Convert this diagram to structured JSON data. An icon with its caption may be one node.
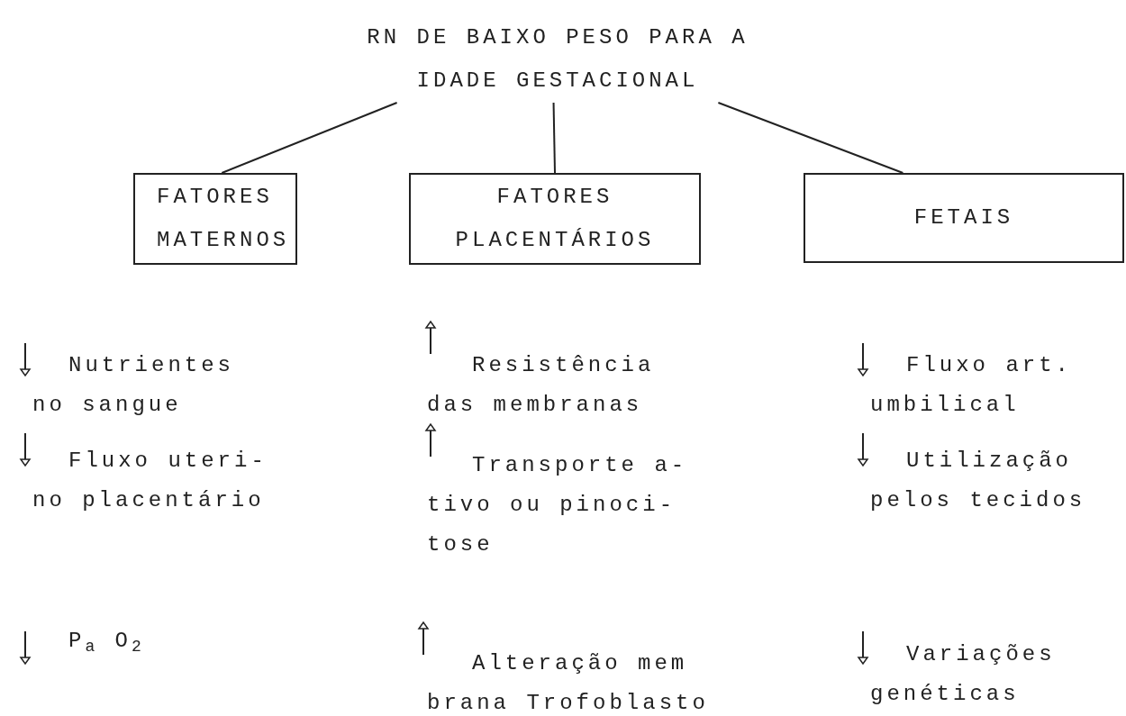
{
  "diagram": {
    "nodes": [
      {
        "text": [
          "RN DE BAIXO PESO PARA A IDADE GESTACIONAL"
        ]
      },
      {
        "text": [
          "FATORES MATERNOS"
        ]
      },
      {
        "text": [
          "FATORES PLACENTÁRIOS"
        ]
      },
      {
        "text": [
          "FETAIS"
        ]
      }
    ],
    "edges": [
      {
        "from": 0,
        "to": 1,
        "arrow": "none"
      },
      {
        "from": 0,
        "to": 2,
        "arrow": "none"
      },
      {
        "from": 0,
        "to": 3,
        "arrow": "none"
      }
    ],
    "labels": [
      "Nutrientes no sangue",
      "Resistência das membranas",
      "Fluxo art. umbilical",
      "Fluxo uteri- no placentário",
      "Transporte a- tivo ou pinoci- tose",
      "Utilização pelos tecidos",
      "P$_{a}$ O$_{2}$",
      "Alteração mem brana Trofoblasto",
      "Variações genéticas"
    ]
  }
}
